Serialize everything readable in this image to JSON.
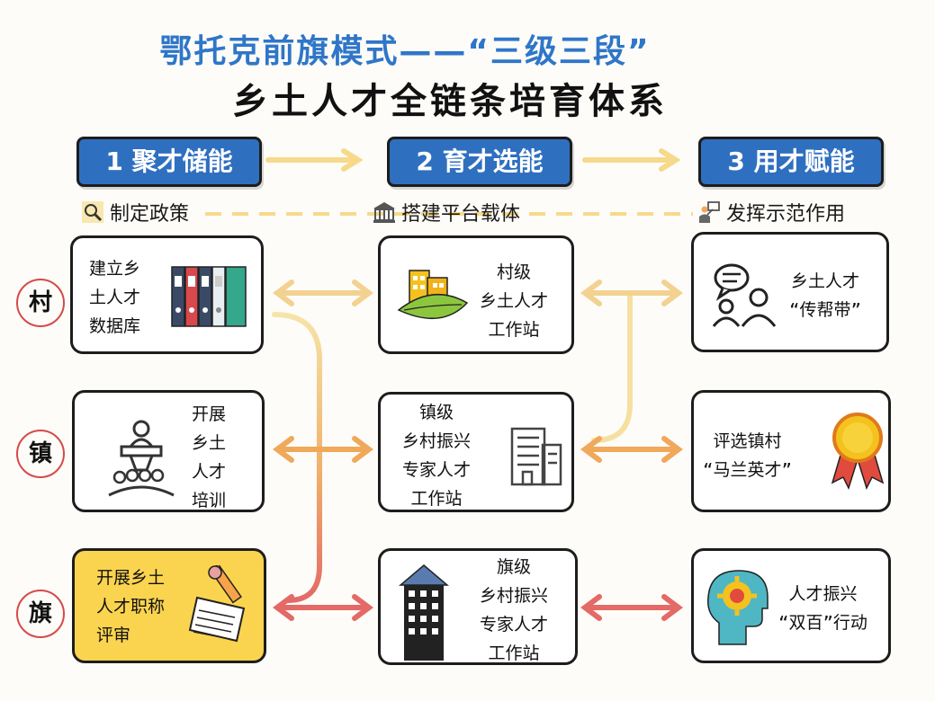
{
  "title": {
    "line1": "鄂托克前旗模式——“三级三段”",
    "line2": "乡土人才全链条培育体系"
  },
  "stages": [
    {
      "label": "1 聚才储能",
      "sub": "制定政策",
      "sub_icon": "magnifier-icon"
    },
    {
      "label": "2 育才选能",
      "sub": "搭建平台载体",
      "sub_icon": "building-icon"
    },
    {
      "label": "3 用才赋能",
      "sub": "发挥示范作用",
      "sub_icon": "presenter-icon"
    }
  ],
  "levels": [
    "村",
    "镇",
    "旗"
  ],
  "cards": {
    "village": [
      {
        "text": "建立乡\n土人才\n数据库",
        "icon": "binders-icon"
      },
      {
        "text": "村级\n乡土人才\n工作站",
        "icon": "buildings-leaf-icon"
      },
      {
        "text": "乡土人才\n“传帮带”",
        "icon": "people-chat-icon"
      }
    ],
    "town": [
      {
        "text": "开展\n乡土\n人才\n培训",
        "icon": "lecture-icon"
      },
      {
        "text": "镇级\n乡村振兴\n专家人才\n工作站",
        "icon": "office-building-icon"
      },
      {
        "text": "评选镇村\n“马兰英才”",
        "icon": "medal-icon"
      }
    ],
    "banner": [
      {
        "text": "开展乡土\n人才职称\n评审",
        "icon": "pen-paper-icon"
      },
      {
        "text": "旗级\n乡村振兴\n专家人才\n工作站",
        "icon": "tower-building-icon"
      },
      {
        "text": "人才振兴\n“双百”行动",
        "icon": "head-gear-icon"
      }
    ]
  },
  "colors": {
    "title_blue": "#2f76c8",
    "stage_blue": "#2f6fc0",
    "arrow_light": "#f6d98a",
    "arrow_mid": "#f0a85a",
    "arrow_red": "#e36a66",
    "highlight_yellow": "#fbd44f",
    "circle_red": "#d44a4a"
  }
}
